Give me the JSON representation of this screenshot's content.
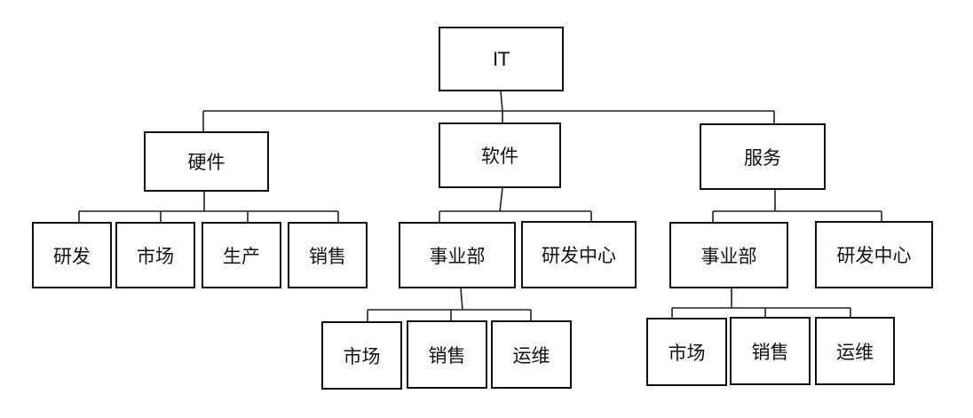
{
  "root": {
    "label": "IT",
    "children": [
      {
        "label": "硬件",
        "children": [
          {
            "label": "研发"
          },
          {
            "label": "市场"
          },
          {
            "label": "生产"
          },
          {
            "label": "销售"
          }
        ]
      },
      {
        "label": "软件",
        "children": [
          {
            "label": "事业部",
            "children": [
              {
                "label": "市场"
              },
              {
                "label": "销售"
              },
              {
                "label": "运维"
              }
            ]
          },
          {
            "label": "研发中心"
          }
        ]
      },
      {
        "label": "服务",
        "children": [
          {
            "label": "事业部",
            "children": [
              {
                "label": "市场"
              },
              {
                "label": "销售"
              },
              {
                "label": "运维"
              }
            ]
          },
          {
            "label": "研发中心"
          }
        ]
      }
    ]
  }
}
